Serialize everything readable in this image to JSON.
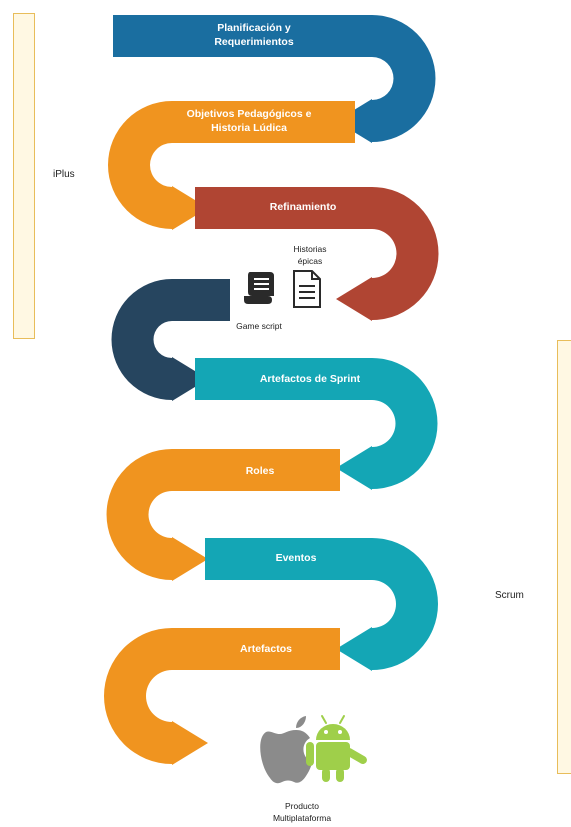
{
  "groups": {
    "iplus": "iPlus",
    "scrum": "Scrum"
  },
  "steps": [
    {
      "lines": [
        "Planificación y",
        "Requerimientos"
      ],
      "color": "#1a6ea0"
    },
    {
      "lines": [
        "Objetivos Pedagógicos e",
        "Historia Lúdica"
      ],
      "color": "#f0941f"
    },
    {
      "lines": [
        "Refinamiento"
      ],
      "color": "#b04533"
    },
    {
      "lines": [
        ""
      ],
      "color": "#26455f"
    },
    {
      "lines": [
        "Artefactos de Sprint"
      ],
      "color": "#14a6b5"
    },
    {
      "lines": [
        "Roles"
      ],
      "color": "#f0941f"
    },
    {
      "lines": [
        "Eventos"
      ],
      "color": "#14a6b5"
    },
    {
      "lines": [
        "Artefactos"
      ],
      "color": "#f0941f"
    }
  ],
  "annotations": {
    "historias_line1": "Historias",
    "historias_line2": "épicas",
    "game_script": "Game script",
    "product_line1": "Producto",
    "product_line2": "Multiplataforma"
  },
  "icons": [
    "scroll-icon",
    "document-icon",
    "apple-icon",
    "android-icon"
  ]
}
